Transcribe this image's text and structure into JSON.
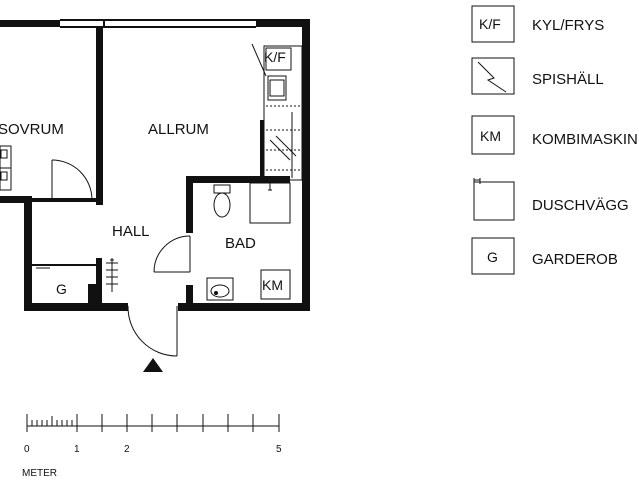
{
  "rooms": {
    "sovrum": "SOVRUM",
    "allrum": "ALLRUM",
    "hall": "HALL",
    "bad": "BAD"
  },
  "fixtures": {
    "kf": "K/F",
    "km": "KM",
    "g": "G"
  },
  "scale": {
    "ticks": [
      "0",
      "1",
      "2",
      "5"
    ],
    "unit": "METER"
  },
  "legend": [
    {
      "key": "K/F",
      "label": "KYL/FRYS",
      "icon": "fridge-freezer-icon"
    },
    {
      "key": "",
      "label": "SPISHÄLL",
      "icon": "stove-icon"
    },
    {
      "key": "KM",
      "label": "KOMBIMASKIN",
      "icon": "combi-machine-icon"
    },
    {
      "key": "",
      "label": "DUSCHVÄGG",
      "icon": "shower-wall-icon"
    },
    {
      "key": "G",
      "label": "GARDEROB",
      "icon": "wardrobe-icon"
    }
  ]
}
